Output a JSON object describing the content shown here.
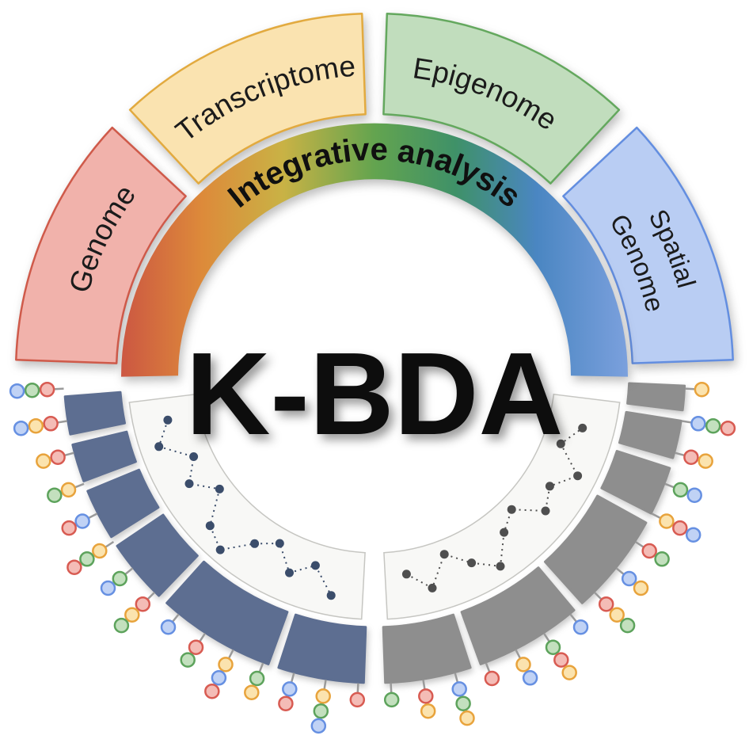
{
  "center": {
    "label": "K-BDA"
  },
  "rings": {
    "integrative": {
      "label": "Integrative analysis",
      "gradient_stops": [
        "#cc5742",
        "#dd8a3a",
        "#c9b245",
        "#63a44f",
        "#3f9168",
        "#4a86c2",
        "#7ba0dd"
      ]
    },
    "segments": [
      {
        "id": "genome",
        "label": "Genome",
        "fill": "#f1b2ab",
        "stroke": "#cf5a4a"
      },
      {
        "id": "transcriptome",
        "label": "Transcriptome",
        "fill": "#fae3b0",
        "stroke": "#e2aa3f"
      },
      {
        "id": "epigenome",
        "label": "Epigenome",
        "fill": "#c1ddbd",
        "stroke": "#64a85e"
      },
      {
        "id": "spatial-genome",
        "label": "Spatial Genome",
        "label_lines": [
          "Spatial",
          "Genome"
        ],
        "fill": "#b9cdf3",
        "stroke": "#638ee0"
      }
    ]
  },
  "bottom": {
    "left_band_color": "#5d6e91",
    "right_band_color": "#8e8e8e",
    "left_dot_color": "#3b4d6b",
    "right_dot_color": "#4f4f4f",
    "panel_fill": "#f8f8f6",
    "panel_stroke": "#c6c6c2",
    "stick_color": "#9a9a9a",
    "marker_palette": {
      "red": {
        "stroke": "#d85b52",
        "fill": "#f4bcb6"
      },
      "yellow": {
        "stroke": "#e8a33c",
        "fill": "#fbe3ae"
      },
      "green": {
        "stroke": "#5da35c",
        "fill": "#c3e0be"
      },
      "blue": {
        "stroke": "#6690e2",
        "fill": "#c0d2f5"
      }
    },
    "lollipops_left": [
      {
        "a": 183,
        "c": [
          "red",
          "green",
          "blue"
        ]
      },
      {
        "a": 189,
        "c": [
          "red",
          "yellow",
          "blue"
        ]
      },
      {
        "a": 195,
        "c": [
          "red",
          "yellow"
        ]
      },
      {
        "a": 201,
        "c": [
          "yellow",
          "green"
        ]
      },
      {
        "a": 207,
        "c": [
          "blue",
          "red"
        ]
      },
      {
        "a": 213,
        "c": [
          "yellow",
          "green",
          "red"
        ]
      },
      {
        "a": 219,
        "c": [
          "green",
          "blue"
        ]
      },
      {
        "a": 225,
        "c": [
          "red",
          "yellow",
          "green"
        ]
      },
      {
        "a": 231,
        "c": [
          "blue"
        ]
      },
      {
        "a": 237,
        "c": [
          "red",
          "green"
        ]
      },
      {
        "a": 243,
        "c": [
          "yellow",
          "blue",
          "red"
        ]
      },
      {
        "a": 249,
        "c": [
          "green",
          "yellow"
        ]
      },
      {
        "a": 255,
        "c": [
          "blue",
          "red"
        ]
      },
      {
        "a": 261,
        "c": [
          "yellow",
          "green",
          "blue"
        ]
      },
      {
        "a": 267,
        "c": [
          "red"
        ]
      }
    ],
    "lollipops_right": [
      {
        "a": 273,
        "c": [
          "green"
        ]
      },
      {
        "a": 279,
        "c": [
          "red",
          "yellow"
        ]
      },
      {
        "a": 285,
        "c": [
          "blue",
          "green",
          "yellow"
        ]
      },
      {
        "a": 291,
        "c": [
          "red"
        ]
      },
      {
        "a": 297,
        "c": [
          "yellow",
          "blue"
        ]
      },
      {
        "a": 303,
        "c": [
          "green",
          "red",
          "yellow"
        ]
      },
      {
        "a": 309,
        "c": [
          "blue"
        ]
      },
      {
        "a": 315,
        "c": [
          "red",
          "yellow",
          "green"
        ]
      },
      {
        "a": 321,
        "c": [
          "blue",
          "yellow"
        ]
      },
      {
        "a": 327,
        "c": [
          "red",
          "green"
        ]
      },
      {
        "a": 333,
        "c": [
          "yellow",
          "red",
          "blue"
        ]
      },
      {
        "a": 339,
        "c": [
          "green",
          "blue"
        ]
      },
      {
        "a": 345,
        "c": [
          "red",
          "yellow"
        ]
      },
      {
        "a": 351,
        "c": [
          "blue",
          "green",
          "red"
        ]
      },
      {
        "a": 357,
        "c": [
          "yellow"
        ]
      }
    ]
  }
}
